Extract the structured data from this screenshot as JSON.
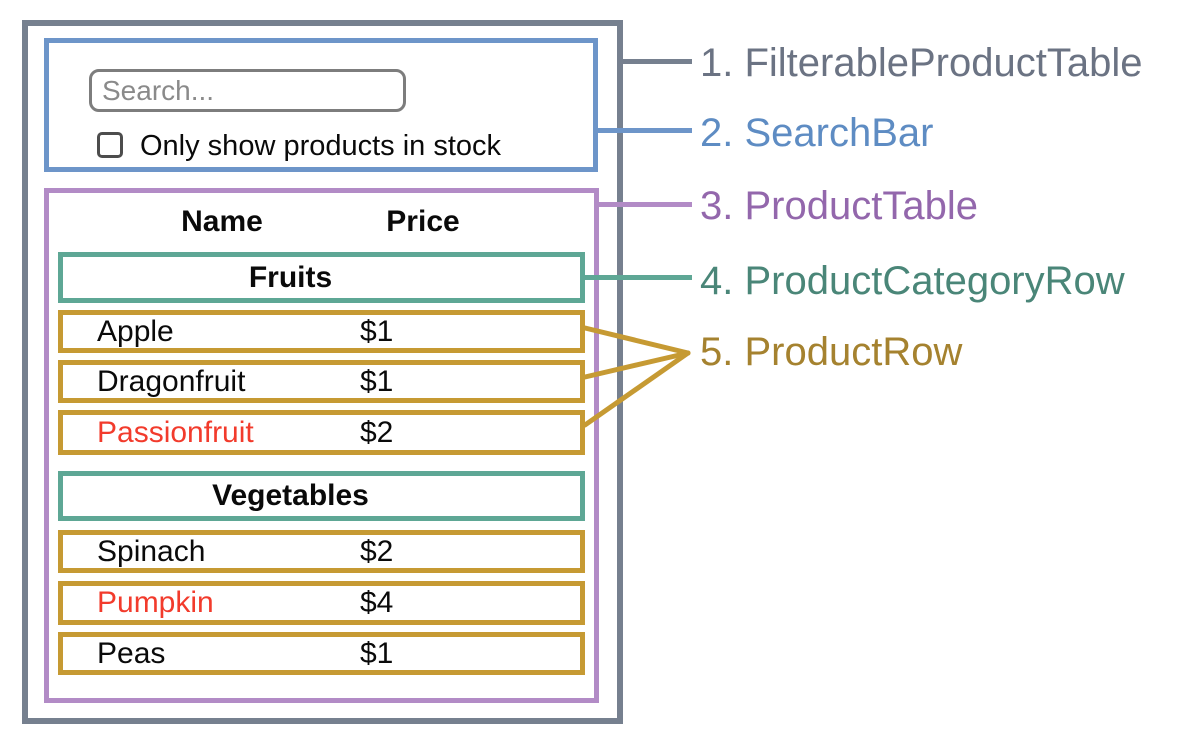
{
  "colors": {
    "outer": "#76808F",
    "searchbar": "#6D95C9",
    "producttable": "#B28BC6",
    "categoryrow": "#5EA795",
    "productrow": "#C69A33",
    "legend1": "#6B7383",
    "legend2": "#5E8CC3",
    "legend3": "#9367AC",
    "legend4": "#4A8678",
    "legend5": "#A5822F",
    "outofstock": "#F23B2C",
    "text": "#0A0A0A",
    "input_border": "#7D7D7D",
    "placeholder": "#8A8A8A"
  },
  "searchbar": {
    "placeholder": "Search...",
    "checkbox_label": "Only show products in stock",
    "checkbox_checked": false
  },
  "table": {
    "header": {
      "name": "Name",
      "price": "Price"
    },
    "sections": [
      {
        "category": "Fruits",
        "rows": [
          {
            "name": "Apple",
            "price": "$1",
            "out_of_stock": false
          },
          {
            "name": "Dragonfruit",
            "price": "$1",
            "out_of_stock": false
          },
          {
            "name": "Passionfruit",
            "price": "$2",
            "out_of_stock": true
          }
        ]
      },
      {
        "category": "Vegetables",
        "rows": [
          {
            "name": "Spinach",
            "price": "$2",
            "out_of_stock": false
          },
          {
            "name": "Pumpkin",
            "price": "$4",
            "out_of_stock": true
          },
          {
            "name": "Peas",
            "price": "$1",
            "out_of_stock": false
          }
        ]
      }
    ]
  },
  "legend": [
    {
      "text": "1. FilterableProductTable"
    },
    {
      "text": "2. SearchBar"
    },
    {
      "text": "3. ProductTable"
    },
    {
      "text": "4. ProductCategoryRow"
    },
    {
      "text": "5. ProductRow"
    }
  ]
}
